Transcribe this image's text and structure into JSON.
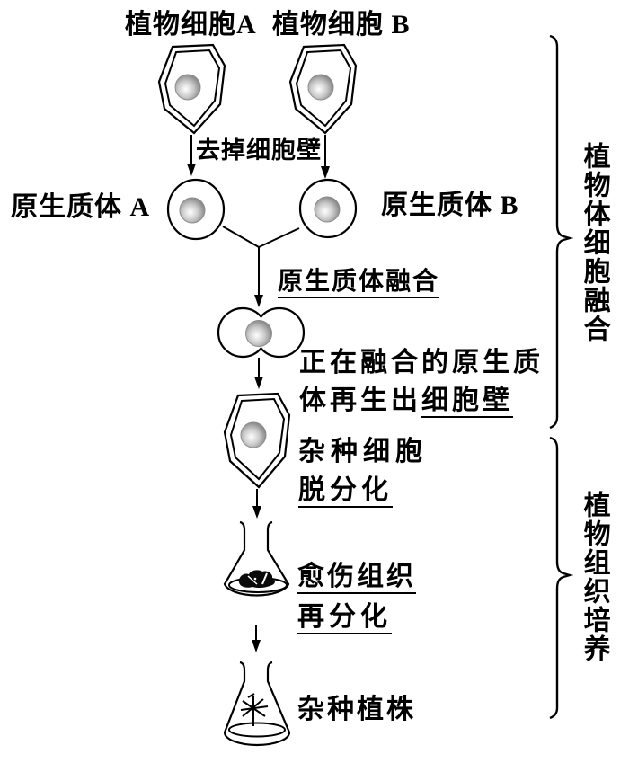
{
  "diagram": {
    "top_cells": {
      "cell_a_label": "植物细胞A",
      "cell_b_label": "植物细胞 B"
    },
    "steps": {
      "remove_wall": "去掉细胞壁",
      "protoplast_a": "原生质体 A",
      "protoplast_b": "原生质体 B",
      "fusion": "原生质体融合",
      "regen_line1": "正在融合的原生质",
      "regen_line2_prefix": "体再生出",
      "regen_line2_underlined": "细胞壁",
      "hybrid_cell": "杂种细胞",
      "dedifferentiation": "脱分化",
      "callus": "愈伤组织",
      "redifferentiation": "再分化",
      "hybrid_plant": "杂种植株"
    },
    "brackets": {
      "top_label": "植物体细胞融合",
      "bottom_label": "植物组织培养"
    },
    "colors": {
      "ink": "#000000",
      "nucleus_dark": "#707070",
      "nucleus_light": "#ffffff",
      "callus_fill": "#0a0a0a",
      "background": "#ffffff"
    }
  }
}
